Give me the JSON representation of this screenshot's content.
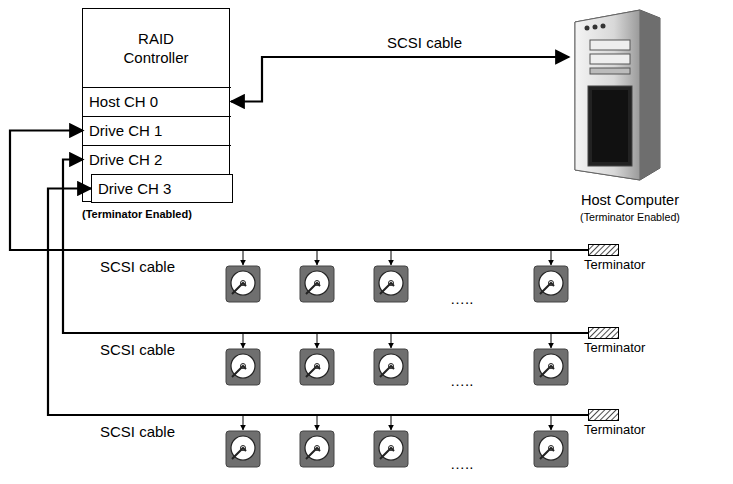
{
  "diagram": {
    "nodes": [
      {
        "text": [
          "RAID Controller"
        ]
      },
      {
        "text": [
          "Host CH 0"
        ],
        "in": 0
      },
      {
        "text": [
          "Drive CH 1"
        ],
        "in": 0
      },
      {
        "text": [
          "Drive CH 2"
        ],
        "in": 0
      },
      {
        "text": [
          "Drive CH 3"
        ],
        "in": 0
      },
      {
        "text": [
          "Host Computer",
          "(Terminator Enabled)"
        ]
      },
      {
        "text": [
          "Terminator"
        ]
      },
      {
        "text": [
          "Terminator"
        ]
      },
      {
        "text": [
          "Terminator"
        ]
      }
    ],
    "edges": [
      {
        "from": 1,
        "to": 5,
        "arrow": "both",
        "label": "SCSI cable"
      },
      {
        "from": 6,
        "to": 2,
        "arrow": "to",
        "label": "SCSI cable"
      },
      {
        "from": 7,
        "to": 3,
        "arrow": "to",
        "label": "SCSI cable"
      },
      {
        "from": 8,
        "to": 4,
        "arrow": "to",
        "label": "SCSI cable"
      }
    ],
    "labels": [
      "(Terminator Enabled)",
      "…..",
      "…..",
      "….."
    ]
  }
}
